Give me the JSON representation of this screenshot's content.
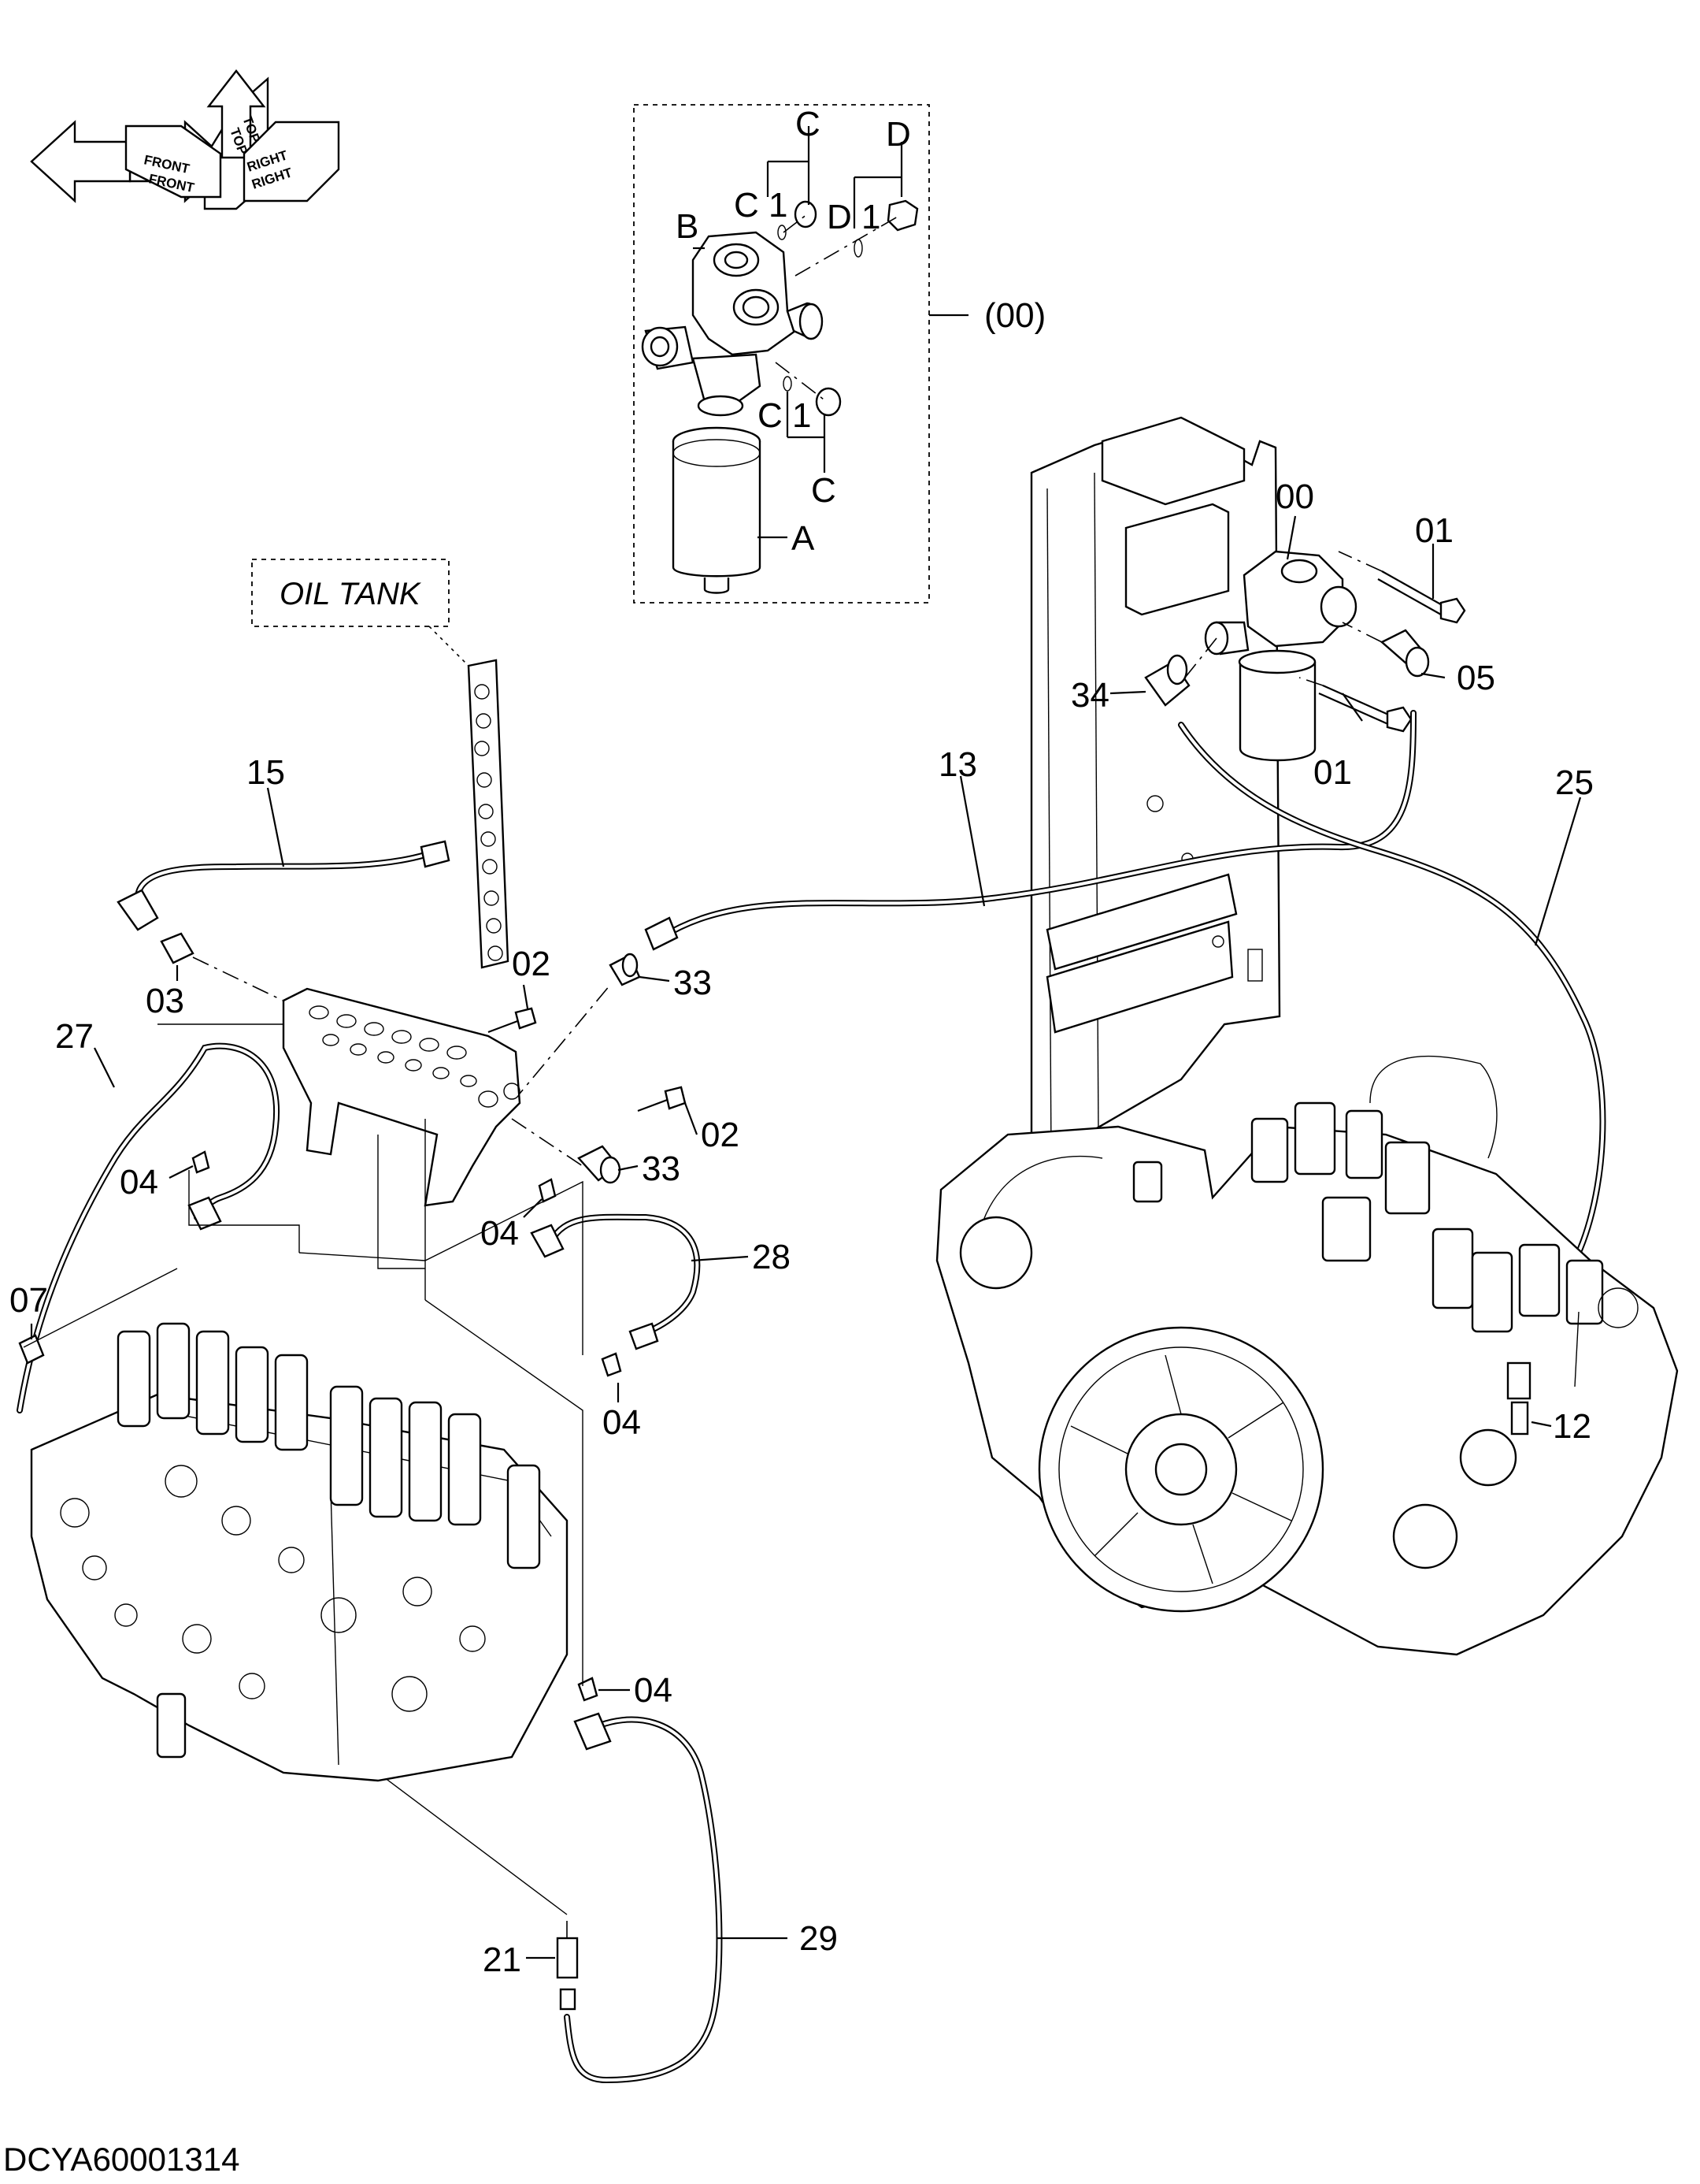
{
  "orientation": {
    "front_left": "FRONT",
    "top": "TOP",
    "right": "RIGHT",
    "front_mirrored": "FRONT",
    "right_mirrored": "RIGHT",
    "top_mirrored": "TOP"
  },
  "detail_box": {
    "assembly_ref": "(00)",
    "callouts": [
      {
        "id": "c-top",
        "text": "C"
      },
      {
        "id": "c1-top",
        "text": "C 1"
      },
      {
        "id": "d-top",
        "text": "D"
      },
      {
        "id": "d1-top",
        "text": "D 1"
      },
      {
        "id": "b",
        "text": "B"
      },
      {
        "id": "c1-bottom",
        "text": "C 1"
      },
      {
        "id": "c-bottom",
        "text": "C"
      },
      {
        "id": "a",
        "text": "A"
      }
    ]
  },
  "oil_tank_label": "OIL TANK",
  "part_labels": {
    "p00": "00",
    "p01a": "01",
    "p01b": "01",
    "p02a": "02",
    "p02b": "02",
    "p03": "03",
    "p04a": "04",
    "p04b": "04",
    "p04c": "04",
    "p04d": "04",
    "p05": "05",
    "p07": "07",
    "p12": "12",
    "p13": "13",
    "p15": "15",
    "p21": "21",
    "p25": "25",
    "p27": "27",
    "p28": "28",
    "p29": "29",
    "p33a": "33",
    "p33b": "33",
    "p34": "34"
  },
  "document_id": "DCYA60001314"
}
